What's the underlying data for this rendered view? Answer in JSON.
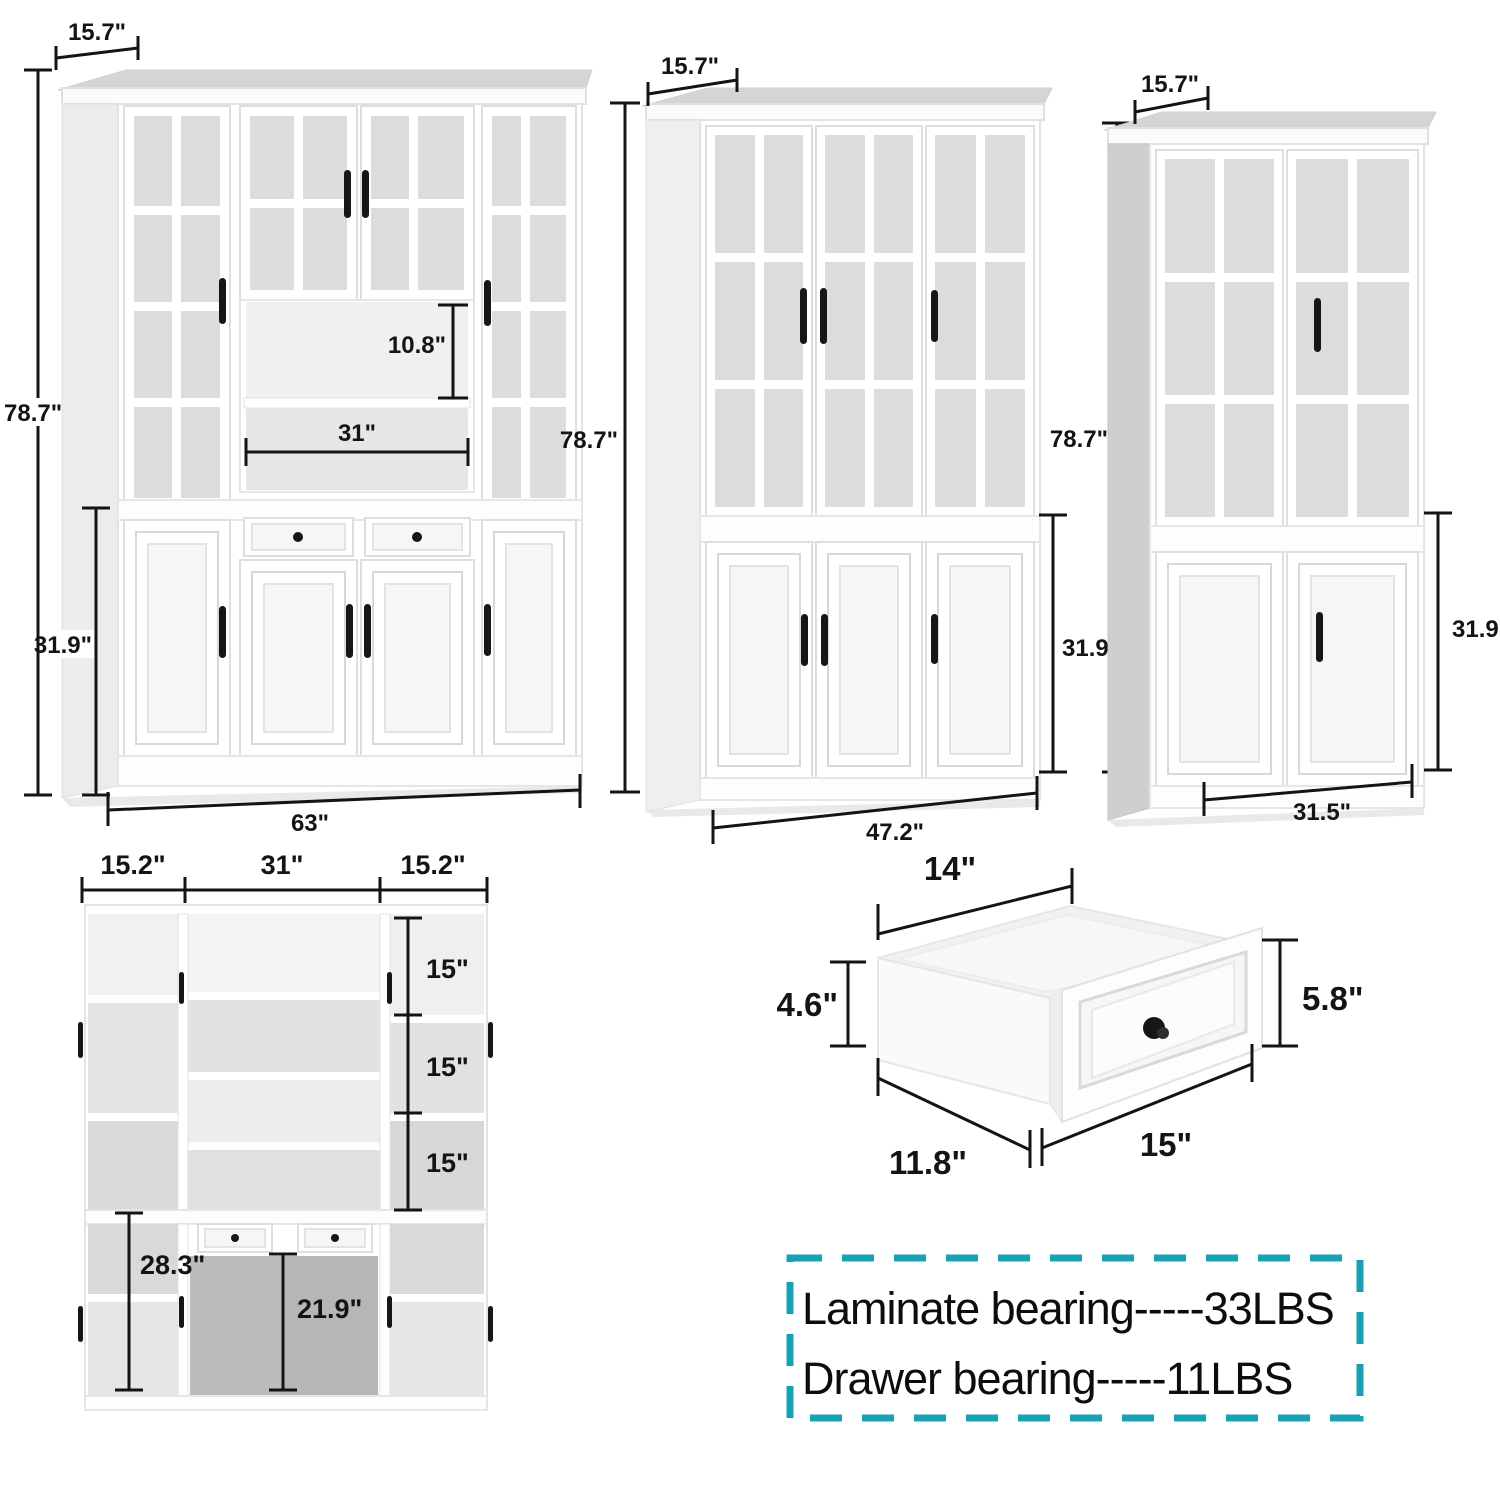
{
  "units": {
    "cabinet_63": {
      "depth": "15.7\"",
      "height_left": "78.7\"",
      "height_right": "78.7\"",
      "lower_height": "31.9\"",
      "niche_height": "10.8\"",
      "niche_width": "31\"",
      "width": "63\""
    },
    "cabinet_47": {
      "depth": "15.7\"",
      "height": "78.7\"",
      "lower_height": "31.9\"",
      "width": "47.2\""
    },
    "cabinet_31": {
      "depth": "15.7\"",
      "lower_height": "31.9\"",
      "width": "31.5\""
    },
    "interior_view": {
      "left_width": "15.2\"",
      "center_width": "31\"",
      "right_width": "15.2\"",
      "shelf_heights": [
        "15\"",
        "15\"",
        "15\""
      ],
      "lower_left_height": "28.3\"",
      "lower_center_height": "21.9\""
    },
    "drawer_detail": {
      "top_width": "14\"",
      "side_height": "4.6\"",
      "front_height": "5.8\"",
      "depth": "11.8\"",
      "front_width": "15\""
    }
  },
  "info_box": {
    "line1": "Laminate bearing-----33LBS",
    "line2": "Drawer bearing-----11LBS",
    "border_color": "#1aa0b4"
  }
}
